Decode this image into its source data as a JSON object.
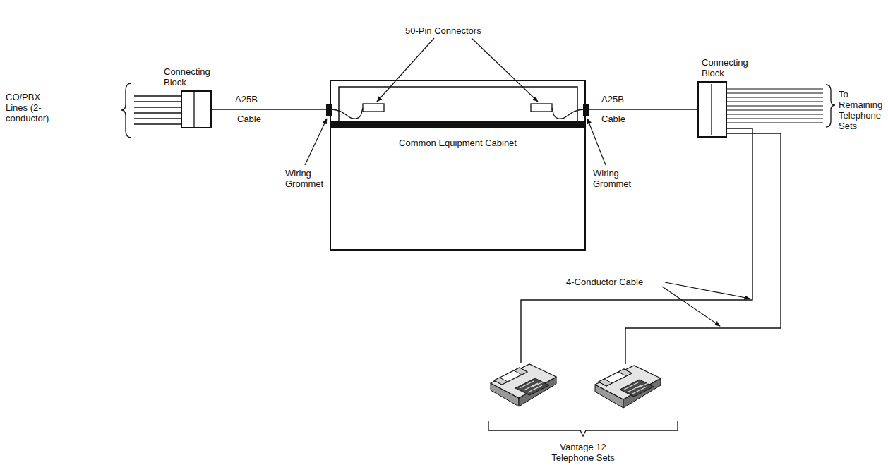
{
  "diagram": {
    "nodes": [
      {
        "text": [
          "Connecting Block"
        ]
      },
      {
        "text": [
          "Common Equipment Cabinet"
        ]
      },
      {
        "text": [
          "Connecting Block"
        ]
      }
    ],
    "edges": [
      {
        "from": 0,
        "to": 1,
        "arrow": "none"
      },
      {
        "from": 1,
        "to": 2,
        "arrow": "none"
      }
    ],
    "labels": [
      "CO/PBX Lines (2-conductor)",
      "50-Pin Connectors",
      "A25B",
      "Cable",
      "Wiring Grommet",
      "Wiring Grommet",
      "A25B",
      "Cable",
      "To Remaining Telephone Sets",
      "4-Conductor Cable",
      "Vantage 12 Telephone Sets"
    ]
  }
}
